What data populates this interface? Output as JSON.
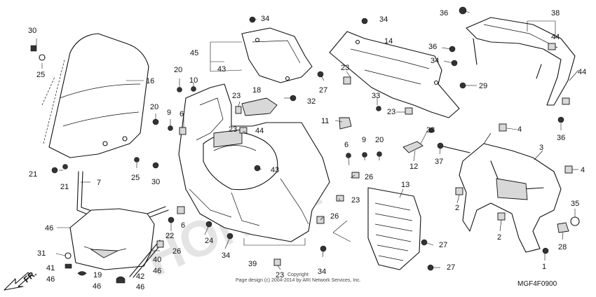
{
  "diagram": {
    "code": "MGF4F0900",
    "watermark": "HONDA",
    "copyright": "Copyright",
    "footer": "Page design (c) 2004-2014 by ARI Network Services, Inc.",
    "direction_label": "FR.",
    "callouts": [
      {
        "id": "c30a",
        "text": "30"
      },
      {
        "id": "c25a",
        "text": "25"
      },
      {
        "id": "c16",
        "text": "16"
      },
      {
        "id": "c21a",
        "text": "21"
      },
      {
        "id": "c21b",
        "text": "21"
      },
      {
        "id": "c7",
        "text": "7"
      },
      {
        "id": "c25b",
        "text": "25"
      },
      {
        "id": "c46a",
        "text": "46"
      },
      {
        "id": "c31",
        "text": "31"
      },
      {
        "id": "c41",
        "text": "41"
      },
      {
        "id": "c46b",
        "text": "46"
      },
      {
        "id": "c19",
        "text": "19"
      },
      {
        "id": "c46c",
        "text": "46"
      },
      {
        "id": "c42",
        "text": "42"
      },
      {
        "id": "c46d",
        "text": "46"
      },
      {
        "id": "c40",
        "text": "40"
      },
      {
        "id": "c46e",
        "text": "46"
      },
      {
        "id": "c26a",
        "text": "26"
      },
      {
        "id": "c20a",
        "text": "20"
      },
      {
        "id": "c9a",
        "text": "9"
      },
      {
        "id": "c6a",
        "text": "6"
      },
      {
        "id": "c20b",
        "text": "20"
      },
      {
        "id": "c10",
        "text": "10"
      },
      {
        "id": "c45",
        "text": "45"
      },
      {
        "id": "c43a",
        "text": "43"
      },
      {
        "id": "c34a",
        "text": "34"
      },
      {
        "id": "c30b",
        "text": "30"
      },
      {
        "id": "c22",
        "text": "22"
      },
      {
        "id": "c6b",
        "text": "6"
      },
      {
        "id": "c24",
        "text": "24"
      },
      {
        "id": "c34b",
        "text": "34"
      },
      {
        "id": "c39",
        "text": "39"
      },
      {
        "id": "c23a",
        "text": "23"
      },
      {
        "id": "c18",
        "text": "18"
      },
      {
        "id": "c23b",
        "text": "23"
      },
      {
        "id": "c44a",
        "text": "44"
      },
      {
        "id": "c43b",
        "text": "43"
      },
      {
        "id": "c27a",
        "text": "27"
      },
      {
        "id": "c32",
        "text": "32"
      },
      {
        "id": "c34c",
        "text": "34"
      },
      {
        "id": "c14",
        "text": "14"
      },
      {
        "id": "c23c",
        "text": "23"
      },
      {
        "id": "c33a",
        "text": "33"
      },
      {
        "id": "c23d",
        "text": "23"
      },
      {
        "id": "c11",
        "text": "11"
      },
      {
        "id": "c6c",
        "text": "6"
      },
      {
        "id": "c9b",
        "text": "9"
      },
      {
        "id": "c20c",
        "text": "20"
      },
      {
        "id": "c26b",
        "text": "26"
      },
      {
        "id": "c23e",
        "text": "23"
      },
      {
        "id": "c26c",
        "text": "26"
      },
      {
        "id": "c34d",
        "text": "34"
      },
      {
        "id": "c23f",
        "text": "23"
      },
      {
        "id": "c33b",
        "text": "33"
      },
      {
        "id": "c12",
        "text": "12"
      },
      {
        "id": "c13",
        "text": "13"
      },
      {
        "id": "c27b",
        "text": "27"
      },
      {
        "id": "c27c",
        "text": "27"
      },
      {
        "id": "c36a",
        "text": "36"
      },
      {
        "id": "c36b",
        "text": "36"
      },
      {
        "id": "c34e",
        "text": "34"
      },
      {
        "id": "c29",
        "text": "29"
      },
      {
        "id": "c38",
        "text": "38"
      },
      {
        "id": "c44b",
        "text": "44"
      },
      {
        "id": "c44c",
        "text": "44"
      },
      {
        "id": "c36c",
        "text": "36"
      },
      {
        "id": "c4a",
        "text": "4"
      },
      {
        "id": "c3",
        "text": "3"
      },
      {
        "id": "c37",
        "text": "37"
      },
      {
        "id": "c4b",
        "text": "4"
      },
      {
        "id": "c2a",
        "text": "2"
      },
      {
        "id": "c35",
        "text": "35"
      },
      {
        "id": "c2b",
        "text": "2"
      },
      {
        "id": "c28",
        "text": "28"
      },
      {
        "id": "c1",
        "text": "1"
      }
    ]
  }
}
